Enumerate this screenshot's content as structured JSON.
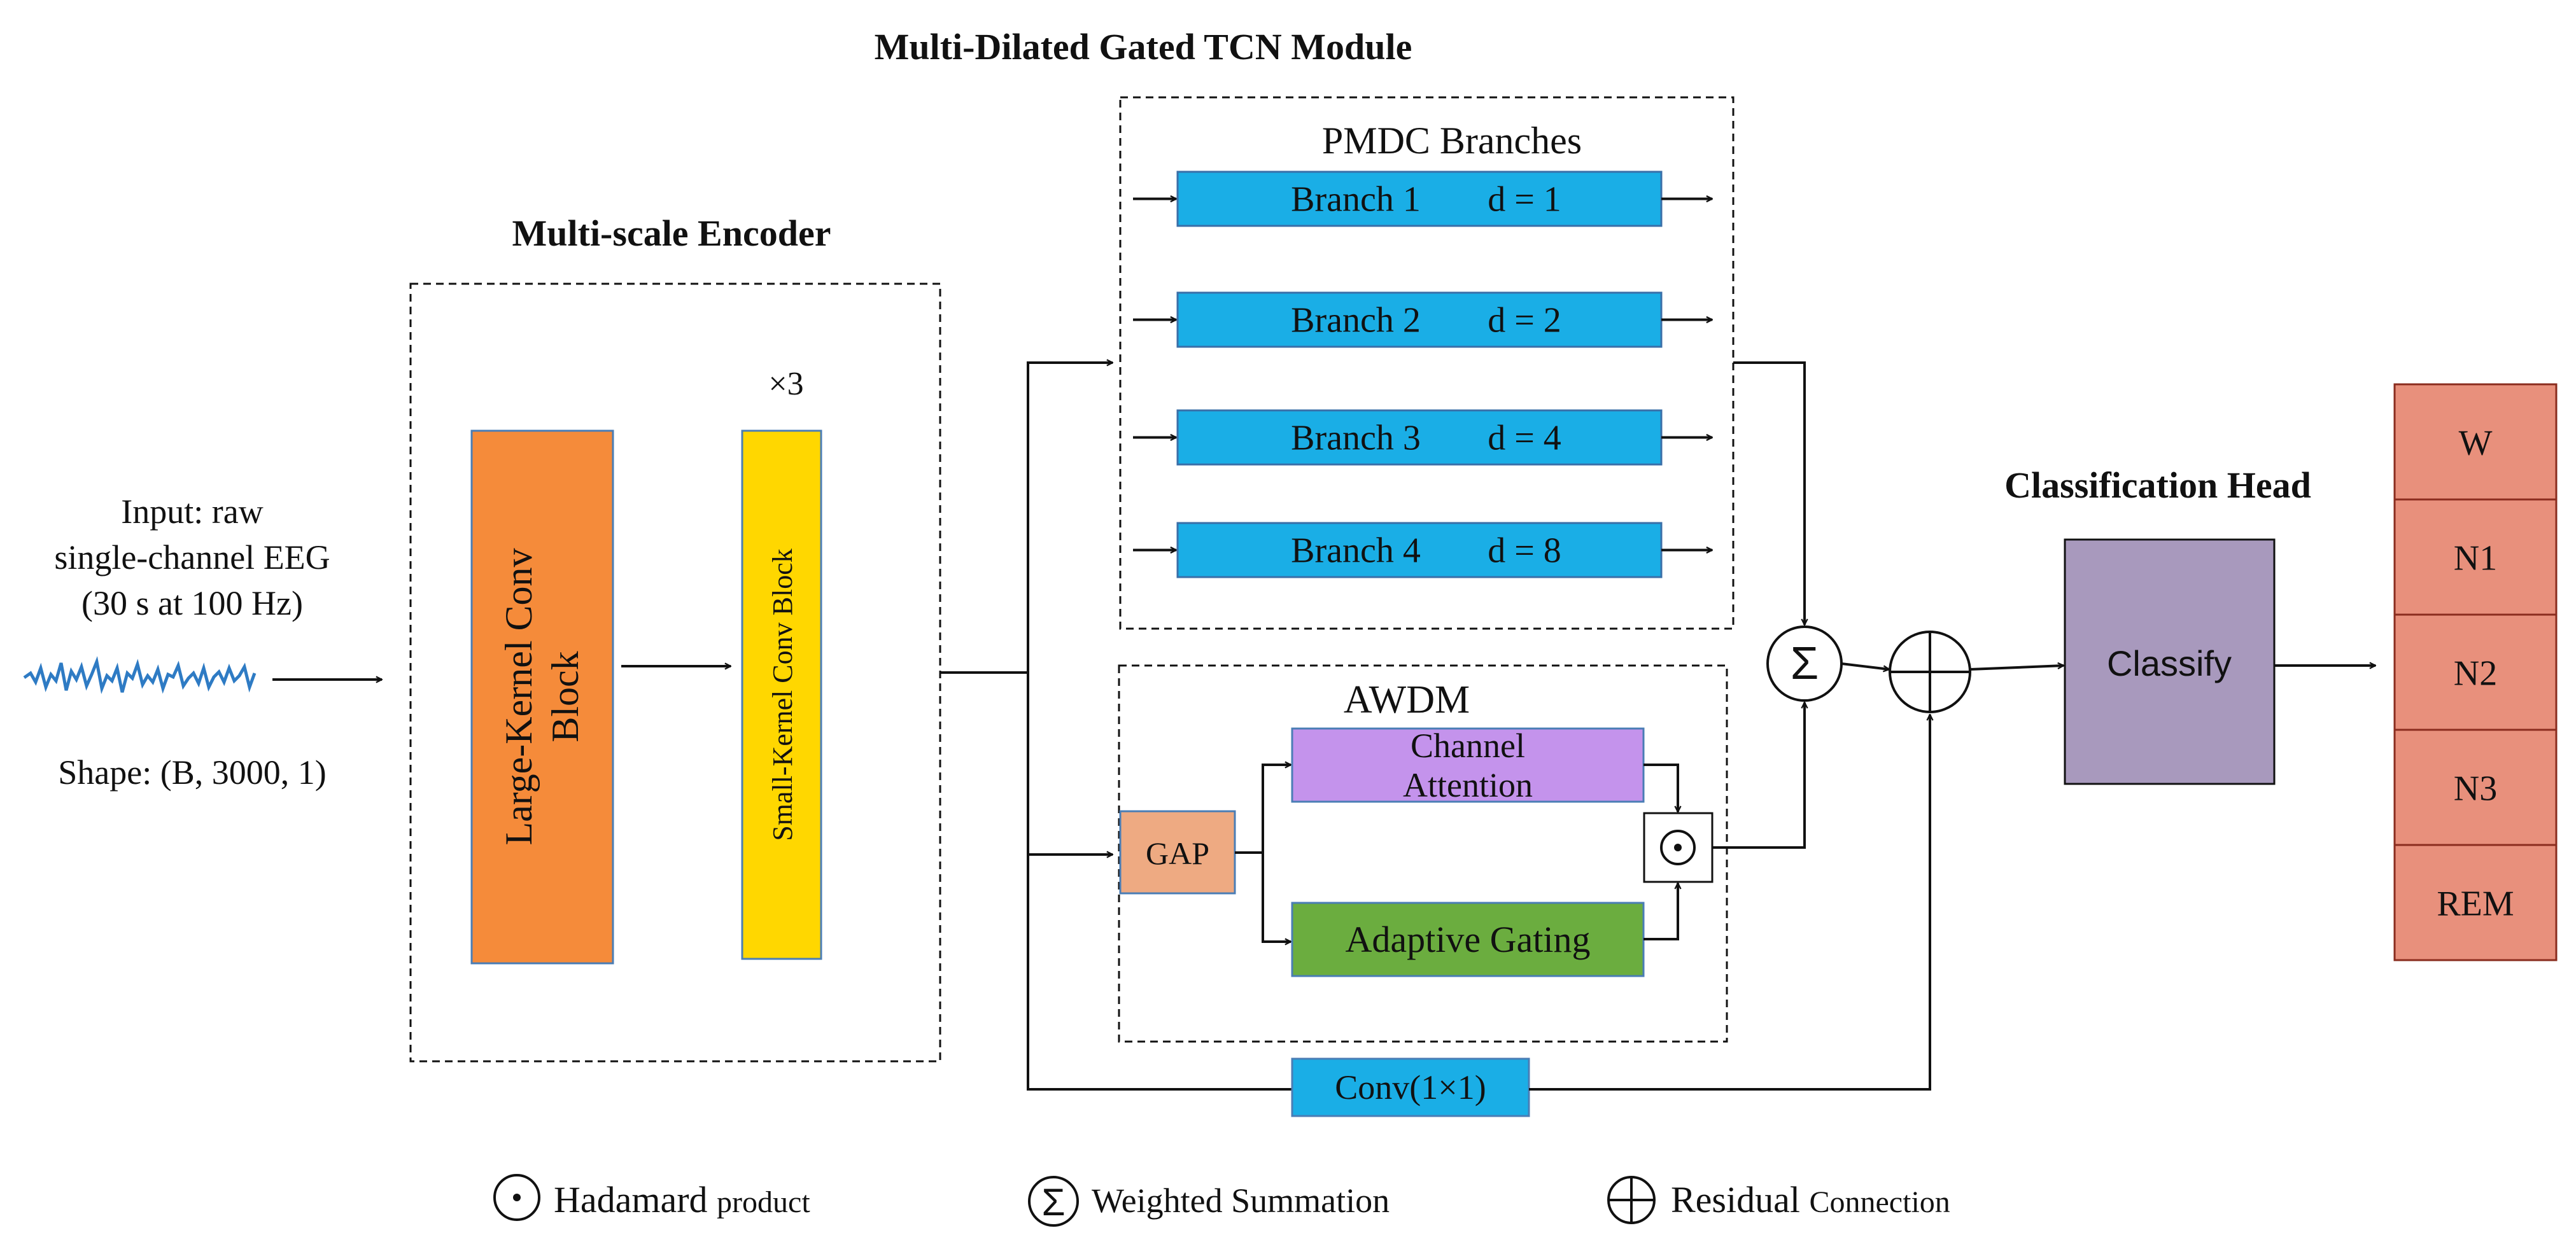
{
  "titles": {
    "tcn_module": "Multi-Dilated Gated TCN Module",
    "encoder": "Multi-scale Encoder",
    "classification_head": "Classification Head"
  },
  "input": {
    "line1": "Input: raw",
    "line2": "single-channel EEG",
    "line3": "(30 s at 100 Hz)",
    "shape": "Shape: (B, 3000, 1)"
  },
  "encoder": {
    "large_kernel_line1": "Large-Kernel Conv",
    "large_kernel_line2": "Block",
    "repeat": "×3",
    "small_kernel": "Small-Kernel Conv Block"
  },
  "pmdc": {
    "title": "PMDC Branches",
    "branches": [
      {
        "name": "Branch 1",
        "dilation": "d = 1"
      },
      {
        "name": "Branch 2",
        "dilation": "d = 2"
      },
      {
        "name": "Branch 3",
        "dilation": "d = 4"
      },
      {
        "name": "Branch 4",
        "dilation": "d = 8"
      }
    ]
  },
  "awdm": {
    "title": "AWDM",
    "gap": "GAP",
    "channel_attention_line1": "Channel",
    "channel_attention_line2": "Attention",
    "adaptive_gating": "Adaptive Gating"
  },
  "residual": {
    "conv": "Conv(1×1)"
  },
  "head": {
    "classify": "Classify"
  },
  "classes": [
    "W",
    "N1",
    "N2",
    "N3",
    "REM"
  ],
  "legend": {
    "hadamard_main": "Hadamard",
    "hadamard_small": "product",
    "weighted_main": "Weighted Summation",
    "residual_main": "Residual",
    "residual_small": "Connection"
  },
  "symbols": {
    "sigma": "Σ",
    "odot": "⊙"
  },
  "colors": {
    "large_kernel": "#F58B3A",
    "small_kernel": "#FFD700",
    "branch": "#1AAEE6",
    "gap": "#EEAA82",
    "channel_attention": "#C493EC",
    "adaptive_gating": "#6BAD3F",
    "conv": "#1AAEE6",
    "classify": "#A899BD",
    "class_cell": "#E8907C"
  }
}
